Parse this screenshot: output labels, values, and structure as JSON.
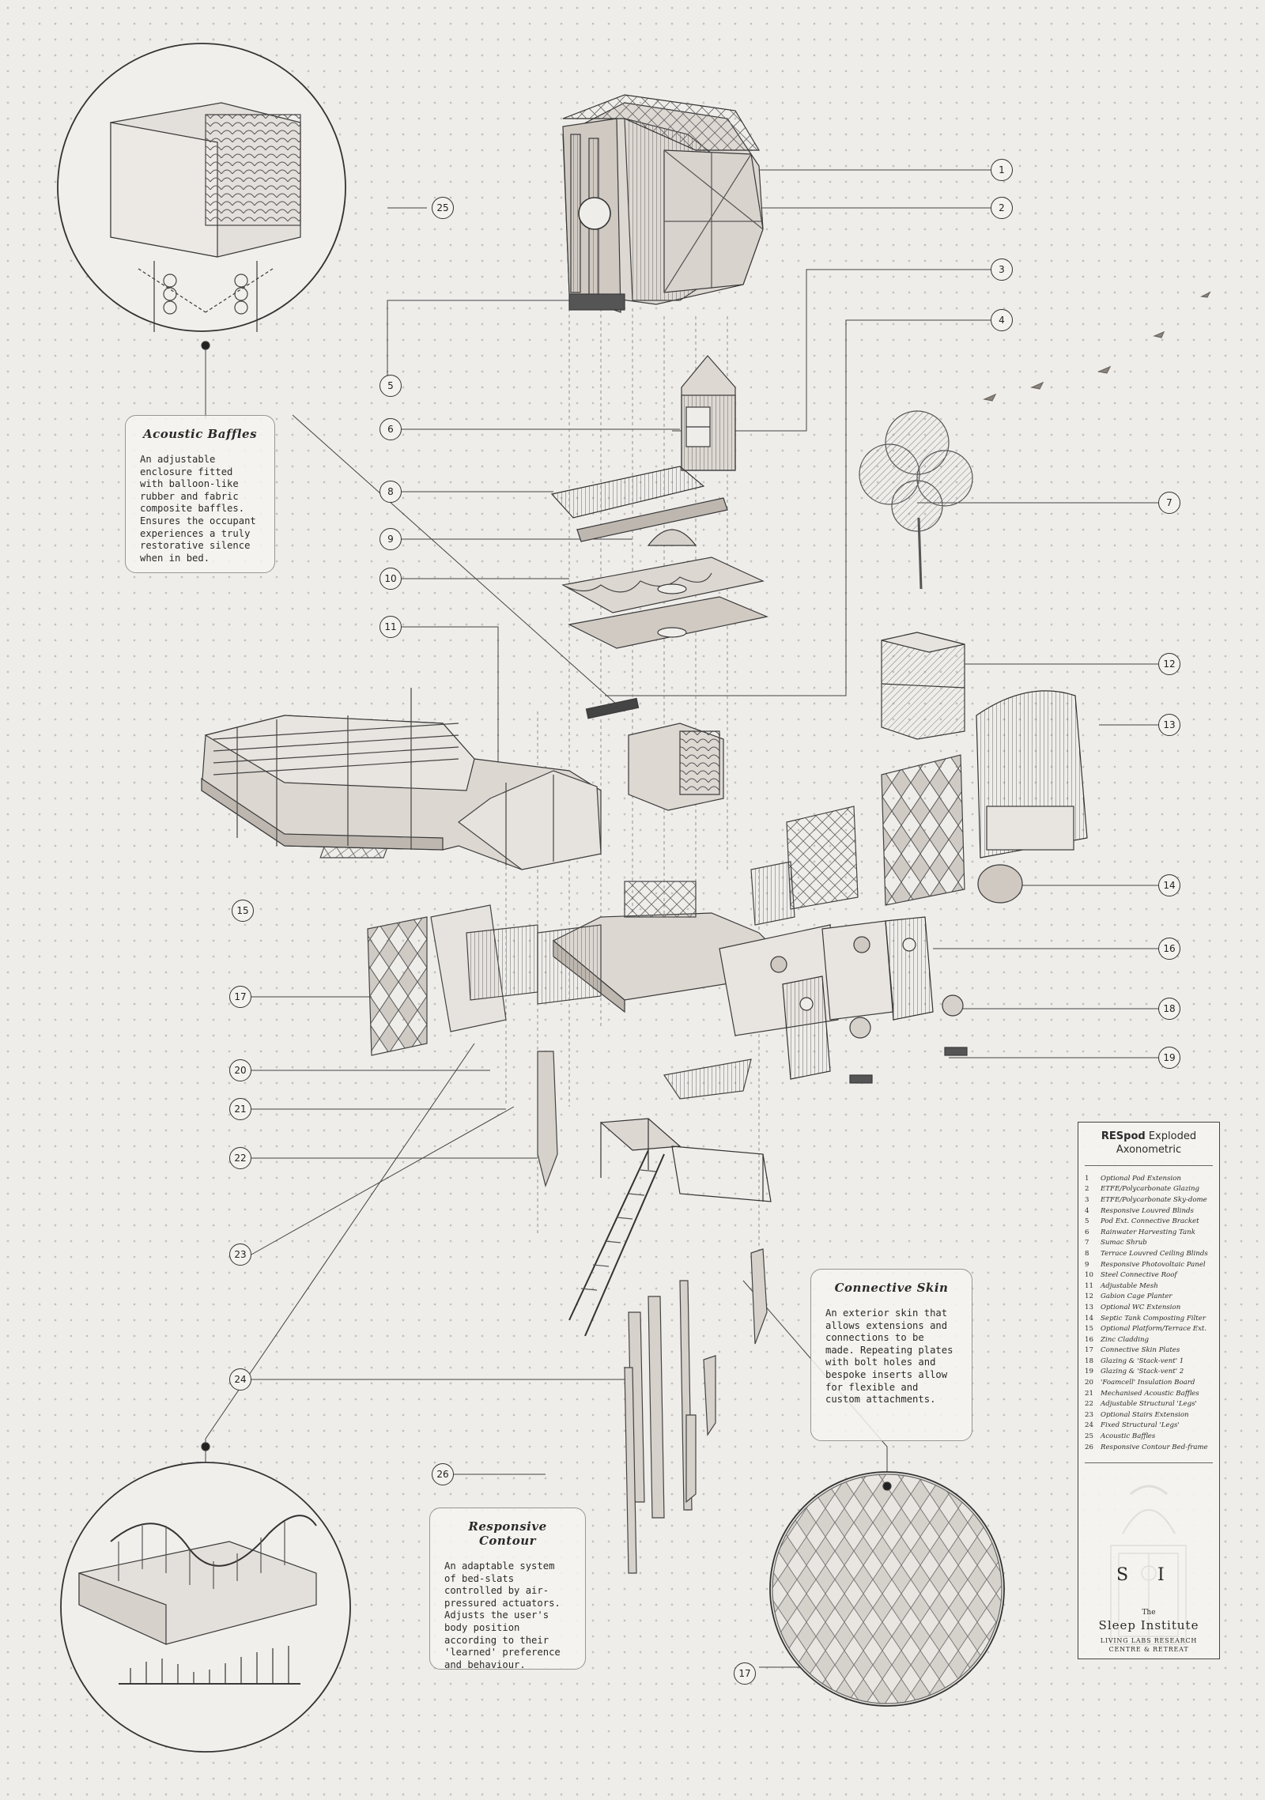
{
  "callouts": [
    {
      "id": "c1",
      "label": "1"
    },
    {
      "id": "c2",
      "label": "2"
    },
    {
      "id": "c3",
      "label": "3"
    },
    {
      "id": "c4",
      "label": "4"
    },
    {
      "id": "c5",
      "label": "5"
    },
    {
      "id": "c6",
      "label": "6"
    },
    {
      "id": "c7",
      "label": "7"
    },
    {
      "id": "c8",
      "label": "8"
    },
    {
      "id": "c9",
      "label": "9"
    },
    {
      "id": "c10",
      "label": "10"
    },
    {
      "id": "c11",
      "label": "11"
    },
    {
      "id": "c12",
      "label": "12"
    },
    {
      "id": "c13",
      "label": "13"
    },
    {
      "id": "c14",
      "label": "14"
    },
    {
      "id": "c15",
      "label": "15"
    },
    {
      "id": "c16",
      "label": "16"
    },
    {
      "id": "c17a",
      "label": "17"
    },
    {
      "id": "c17b",
      "label": "17"
    },
    {
      "id": "c18",
      "label": "18"
    },
    {
      "id": "c19",
      "label": "19"
    },
    {
      "id": "c20",
      "label": "20"
    },
    {
      "id": "c21",
      "label": "21"
    },
    {
      "id": "c22",
      "label": "22"
    },
    {
      "id": "c23",
      "label": "23"
    },
    {
      "id": "c24",
      "label": "24"
    },
    {
      "id": "c25",
      "label": "25"
    },
    {
      "id": "c26",
      "label": "26"
    }
  ],
  "notes": {
    "acoustic": {
      "title": "Acoustic Baffles",
      "body": "An adjustable enclosure fitted with balloon-like rubber and fabric composite baffles. Ensures the occupant experiences a truly restorative silence when in bed."
    },
    "skin": {
      "title": "Connective Skin",
      "body": "An exterior skin that allows extensions and connections to be made. Repeating plates with bolt holes and bespoke inserts allow for flexible and custom attachments."
    },
    "contour": {
      "title": "Responsive Contour",
      "body": "An adaptable system of bed-slats controlled by air-pressured actuators. Adjusts the user's body position according to their 'learned' preference and behaviour."
    }
  },
  "legend": {
    "title_bold": "RESpod",
    "title_rest": "Exploded",
    "title_line2": "Axonometric",
    "items": [
      {
        "n": "1",
        "t": "Optional Pod Extension"
      },
      {
        "n": "2",
        "t": "ETFE/Polycarbonate Glazing"
      },
      {
        "n": "3",
        "t": "ETFE/Polycarbonate Sky-dome"
      },
      {
        "n": "4",
        "t": "Responsive Louvred Blinds"
      },
      {
        "n": "5",
        "t": "Pod Ext. Connective Bracket"
      },
      {
        "n": "6",
        "t": "Rainwater Harvesting Tank"
      },
      {
        "n": "7",
        "t": "Sumac Shrub"
      },
      {
        "n": "8",
        "t": "Terrace Louvred Ceiling Blinds"
      },
      {
        "n": "9",
        "t": "Responsive Photovoltaic Panel"
      },
      {
        "n": "10",
        "t": "Steel Connective Roof"
      },
      {
        "n": "11",
        "t": "Adjustable Mesh"
      },
      {
        "n": "12",
        "t": "Gabion Cage Planter"
      },
      {
        "n": "13",
        "t": "Optional WC Extension"
      },
      {
        "n": "14",
        "t": "Septic Tank Composting Filter"
      },
      {
        "n": "15",
        "t": "Optional Platform/Terrace Ext."
      },
      {
        "n": "16",
        "t": "Zinc Cladding"
      },
      {
        "n": "17",
        "t": "Connective Skin Plates"
      },
      {
        "n": "18",
        "t": "Glazing & 'Stack-vent' 1"
      },
      {
        "n": "19",
        "t": "Glazing & 'Stack-vent' 2"
      },
      {
        "n": "20",
        "t": "'Foamcell' Insulation Board"
      },
      {
        "n": "21",
        "t": "Mechanised Acoustic Baffles"
      },
      {
        "n": "22",
        "t": "Adjustable Structural 'Legs'"
      },
      {
        "n": "23",
        "t": "Optional Stairs Extension"
      },
      {
        "n": "24",
        "t": "Fixed Structural 'Legs'"
      },
      {
        "n": "25",
        "t": "Acoustic Baffles"
      },
      {
        "n": "26",
        "t": "Responsive Contour Bed-frame"
      }
    ]
  },
  "brand": {
    "monogram_left": "S",
    "monogram_right": "I",
    "the": "The",
    "name": "Sleep Institute",
    "sub_line1": "LIVING LABS RESEARCH",
    "sub_line2": "CENTRE & RETREAT"
  }
}
